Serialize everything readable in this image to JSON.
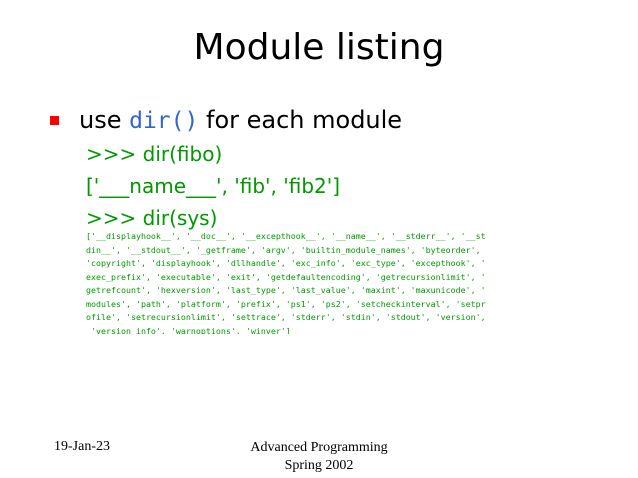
{
  "slide": {
    "title": "Module listing",
    "bullet": {
      "prefix": "use ",
      "code": "dir()",
      "suffix": " for each module"
    },
    "code_lines": [
      ">>> dir(fibo)",
      "['___name___', 'fib', 'fib2']",
      ">>> dir(sys)"
    ],
    "output_lines": [
      "['__displayhook__', '__doc__', '__excepthook__', '__name__', '__stderr__', '__st",
      "din__', '__stdout__', '_getframe', 'argv', 'builtin_module_names', 'byteorder',",
      "'copyright', 'displayhook', 'dllhandle', 'exc_info', 'exc_type', 'excepthook', '",
      "exec_prefix', 'executable', 'exit', 'getdefaultencoding', 'getrecursionlimit', '",
      "getrefcount', 'hexversion', 'last_type', 'last_value', 'maxint', 'maxunicode', '",
      "modules', 'path', 'platform', 'prefix', 'ps1', 'ps2', 'setcheckinterval', 'setpr",
      "ofile', 'setrecursionlimit', 'settrace', 'stderr', 'stdin', 'stdout', 'version',",
      " 'version_info', 'warnoptions', 'winver']"
    ]
  },
  "footer": {
    "date": "19-Jan-23",
    "course_line1": "Advanced Programming",
    "course_line2": "Spring 2002"
  },
  "colors": {
    "bullet_marker": "#ff0000",
    "code_green": "#009900",
    "inline_code_blue": "#3366cc"
  }
}
